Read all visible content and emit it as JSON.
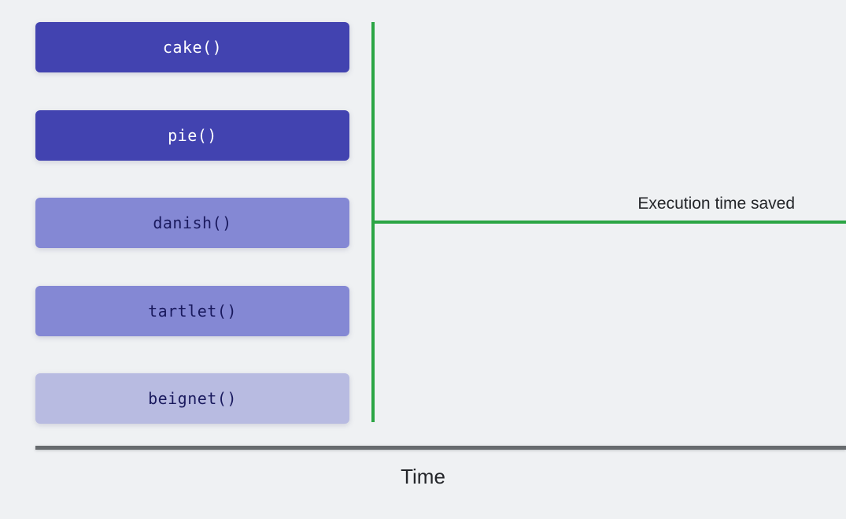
{
  "chart_data": {
    "type": "bar",
    "title": "",
    "xlabel": "Time",
    "ylabel": "",
    "orientation": "horizontal",
    "categories": [
      "cake()",
      "pie()",
      "danish()",
      "tartlet()",
      "beignet()"
    ],
    "values": [
      1,
      1,
      1,
      1,
      1
    ],
    "annotations": [
      "Execution time saved"
    ],
    "grid": false,
    "legend": null
  },
  "diagram": {
    "bars": [
      {
        "label": "cake()",
        "fill": "#4243b0",
        "text_color": "#ffffff"
      },
      {
        "label": "pie()",
        "fill": "#4243b0",
        "text_color": "#ffffff"
      },
      {
        "label": "danish()",
        "fill": "#8488d4",
        "text_color": "#1a1a5e"
      },
      {
        "label": "tartlet()",
        "fill": "#8488d4",
        "text_color": "#1a1a5e"
      },
      {
        "label": "beignet()",
        "fill": "#b8bbe1",
        "text_color": "#1a1a5e"
      }
    ],
    "saved_label": "Execution time saved",
    "time_label": "Time",
    "colors": {
      "background": "#eff1f3",
      "green": "#2ba544",
      "axis_gray": "#676b6e",
      "bar_dark": "#4243b0",
      "bar_medium": "#8488d4",
      "bar_light": "#b8bbe1"
    }
  }
}
